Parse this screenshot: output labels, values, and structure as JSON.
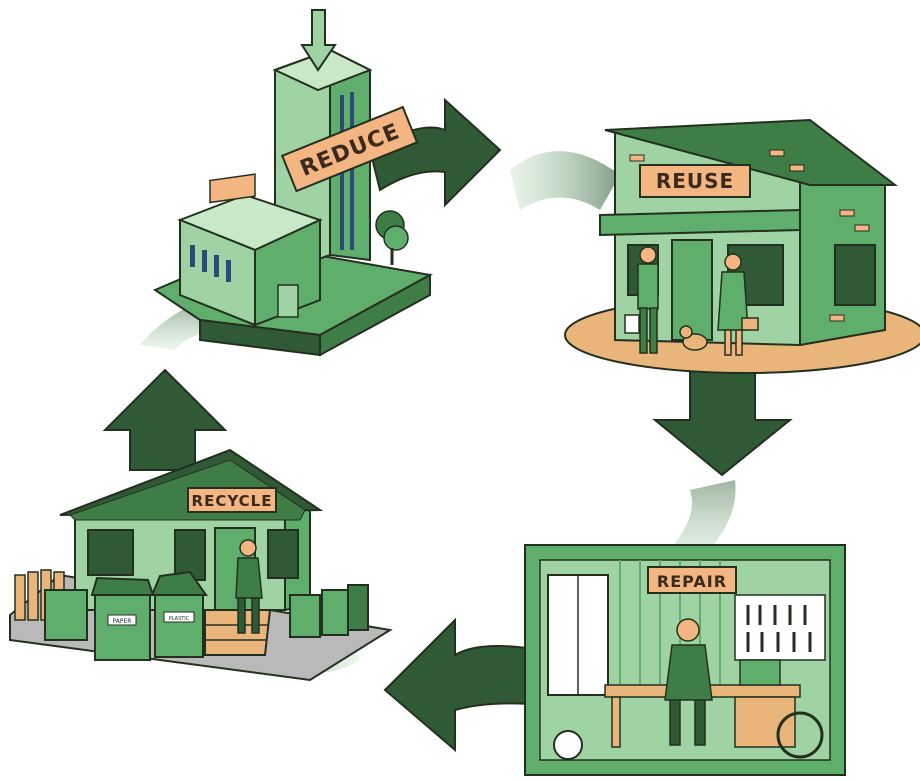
{
  "diagram": {
    "stages": [
      {
        "id": "reduce",
        "label": "REDUCE"
      },
      {
        "id": "reuse",
        "label": "REUSE"
      },
      {
        "id": "repair",
        "label": "REPAIR"
      },
      {
        "id": "recycle",
        "label": "RECYCLE"
      }
    ],
    "bins": {
      "paper": "PAPER",
      "plastic": "PLASTIC"
    },
    "colors": {
      "dark_green": "#2f5a35",
      "mid_green": "#5fae6c",
      "light_green": "#9fd3a3",
      "pale_green": "#c8e8c8",
      "sign_orange": "#f3b582",
      "outline": "#24301f",
      "ground_tan": "#e9b57a"
    }
  }
}
